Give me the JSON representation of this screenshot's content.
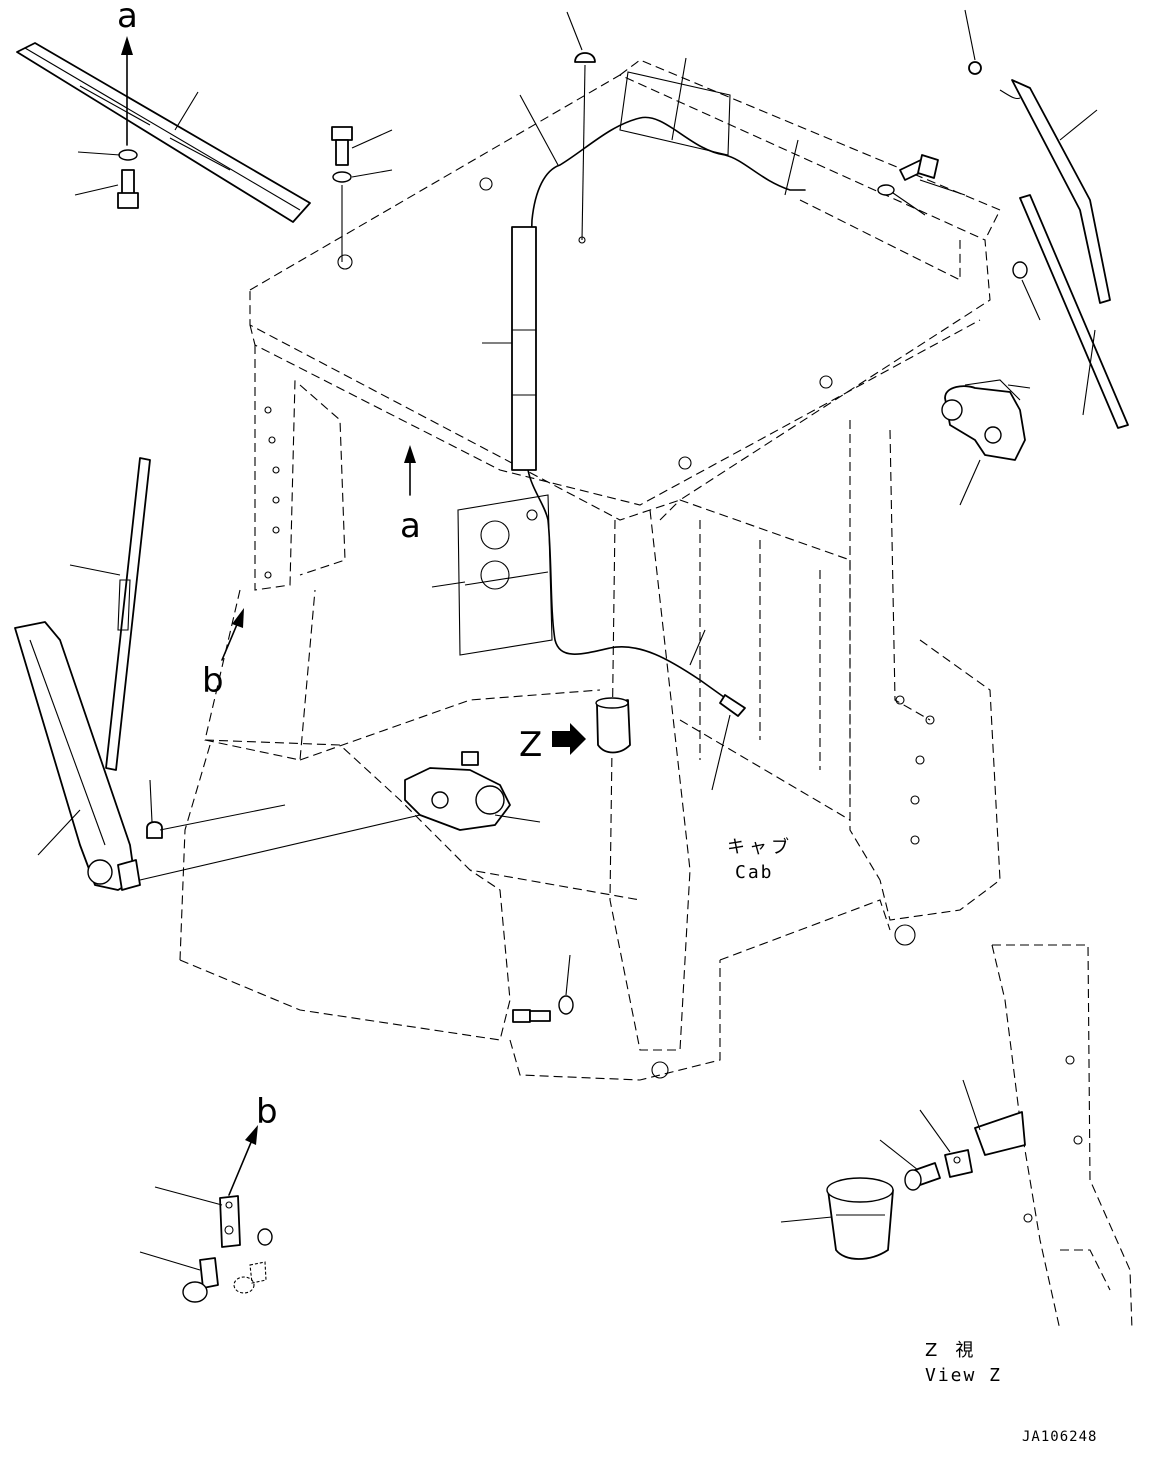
{
  "labels": {
    "view_a_top": "a",
    "view_a_mid": "a",
    "view_b_left": "b",
    "view_b_bottom": "b",
    "z_marker": "Z",
    "cab_ja": "キャブ",
    "cab_en": "Cab",
    "view_z_ja": "Z　視",
    "view_z_en": "View Z",
    "drawing_id": "JA106248"
  }
}
